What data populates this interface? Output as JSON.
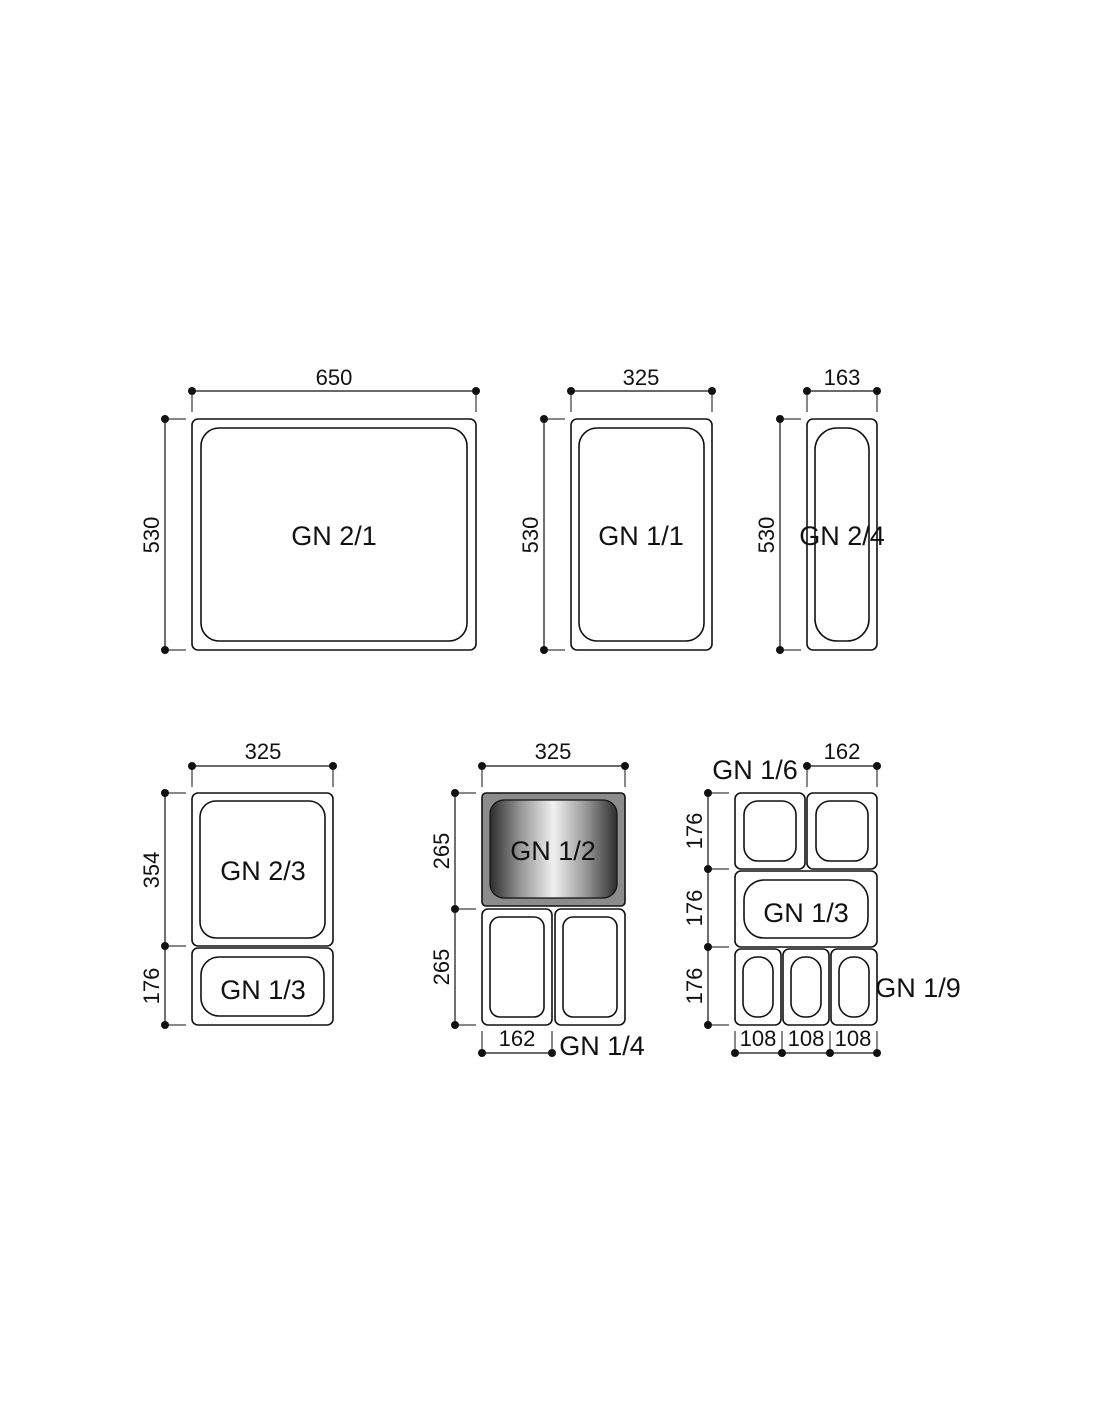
{
  "labels": {
    "gn21": "GN 2/1",
    "gn11": "GN 1/1",
    "gn24": "GN 2/4",
    "gn23": "GN 2/3",
    "gn13_a": "GN 1/3",
    "gn12": "GN 1/2",
    "gn14": "GN 1/4",
    "gn16": "GN 1/6",
    "gn13_b": "GN 1/3",
    "gn19": "GN 1/9"
  },
  "dims": {
    "w650": "650",
    "w325_a": "325",
    "w163": "163",
    "h530_a": "530",
    "h530_b": "530",
    "h530_c": "530",
    "w325_b": "325",
    "h354": "354",
    "h176_a": "176",
    "w325_c": "325",
    "h265_a": "265",
    "h265_b": "265",
    "w162_a": "162",
    "w162_b": "162",
    "h176_b": "176",
    "h176_c": "176",
    "h176_d": "176",
    "w108_a": "108",
    "w108_b": "108",
    "w108_c": "108"
  },
  "colors": {
    "line": "#111111",
    "background": "#ffffff",
    "gn12_fill_dark": "#3a3a3a",
    "gn12_fill_light": "#e8e8e8"
  }
}
